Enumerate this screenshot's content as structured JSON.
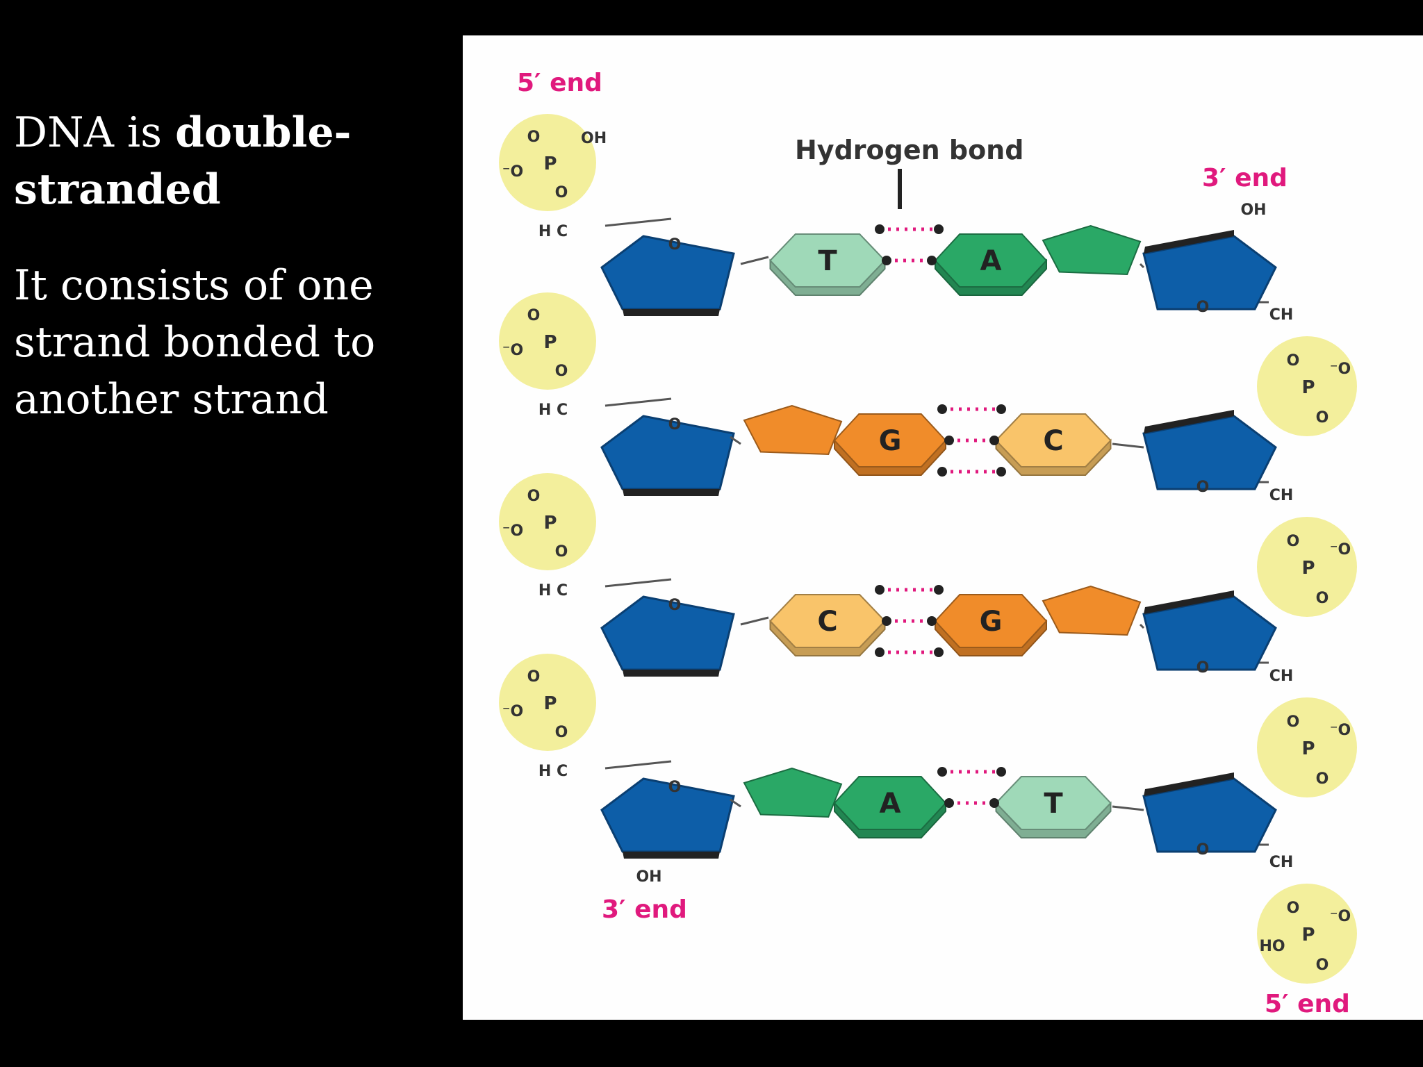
{
  "slide": {
    "intro_plain": "DNA is ",
    "intro_bold": "double-stranded",
    "body": "It consists of one strand bonded to another strand"
  },
  "figure": {
    "label_5_end_top": "5′ end",
    "label_3_end_top": "3′ end",
    "label_3_end_bottom": "3′ end",
    "label_5_end_bottom": "5′ end",
    "hydrogen_bond_label": "Hydrogen bond",
    "base_pairs": [
      {
        "left": "T",
        "right": "A"
      },
      {
        "left": "G",
        "right": "C"
      },
      {
        "left": "C",
        "right": "G"
      },
      {
        "left": "A",
        "right": "T"
      }
    ],
    "atoms": {
      "O": "O",
      "P": "P",
      "OH": "OH",
      "HC": "H C",
      "CH": "CH",
      "HO": "HO",
      "O_minus": "⁻O"
    }
  },
  "colors": {
    "background": "#000000",
    "sugar": "#0d5ea8",
    "phosphate": "#f3ef9c",
    "thymine": "#9fd9b8",
    "adenine": "#2aa866",
    "guanine": "#f08c2a",
    "cytosine": "#f9c46a",
    "end_label": "#e0197d",
    "hydrogen_bond": "#e0197d"
  }
}
